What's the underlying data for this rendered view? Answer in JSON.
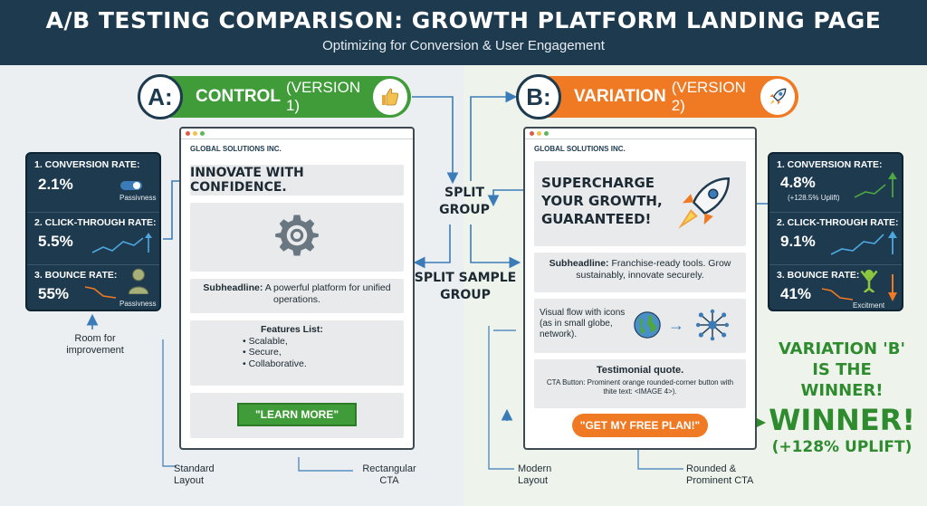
{
  "header": {
    "title": "A/B TESTING COMPARISON: GROWTH PLATFORM LANDING PAGE",
    "subtitle": "Optimizing for Conversion & User Engagement"
  },
  "control": {
    "letter": "A:",
    "title": "CONTROL",
    "version": "(VERSION 1)",
    "icon": "thumbs-up-icon",
    "company": "GLOBAL SOLUTIONS INC.",
    "headline": "INNOVATE WITH CONFIDENCE.",
    "subheadline_label": "Subheadline:",
    "subheadline_text": "A powerful platform for unified operations.",
    "features_title": "Features List:",
    "features": [
      "Scalable,",
      "Secure,",
      "Collaborative."
    ],
    "cta": "\"LEARN MORE\"",
    "metrics": [
      {
        "label": "1. CONVERSION RATE:",
        "value": "2.1%",
        "note": "Passivness"
      },
      {
        "label": "2. CLICK-THROUGH RATE:",
        "value": "5.5%"
      },
      {
        "label": "3. BOUNCE RATE:",
        "value": "55%",
        "note": "Passivness"
      }
    ],
    "annotations": {
      "room": "Room for improvement",
      "layout": "Standard Layout",
      "cta": "Rectangular CTA"
    }
  },
  "variation": {
    "letter": "B:",
    "title": "VARIATION",
    "version": "(VERSION 2)",
    "icon": "rocket-icon",
    "company": "GLOBAL SOLUTIONS INC.",
    "headline": "SUPERCHARGE YOUR GROWTH, GUARANTEED!",
    "subheadline_label": "Subheadline:",
    "subheadline_text": "Franchise-ready tools. Grow sustainably, innovate securely.",
    "visual_flow": "Visual flow with icons (as in small globe, network).",
    "testimonial": "Testimonial quote.",
    "cta_note": "CTA Button: Prominent orange rounded-corner button with thite text: <IMAGE 4>).",
    "cta": "\"GET MY FREE PLAN!\"",
    "metrics": [
      {
        "label": "1. CONVERSION RATE:",
        "value": "4.8%",
        "note": "(+128.5% Uplift)"
      },
      {
        "label": "2. CLICK-THROUGH RATE:",
        "value": "9.1%"
      },
      {
        "label": "3. BOUNCE RATE:",
        "value": "41%",
        "note": "Excitment"
      }
    ],
    "annotations": {
      "layout": "Modern Layout",
      "cta": "Rounded & Prominent CTA"
    }
  },
  "split": {
    "group": "SPLIT GROUP",
    "sample": "SPLIT SAMPLE GROUP"
  },
  "result": {
    "winner_statement": "VARIATION 'B' IS THE WINNER!",
    "winner": "WINNER!",
    "uplift": "(+128% UPLIFT)"
  },
  "colors": {
    "header": "#1d3a4f",
    "green": "#3f9c38",
    "orange": "#ef7a23",
    "winner_green": "#2e8b2e"
  }
}
